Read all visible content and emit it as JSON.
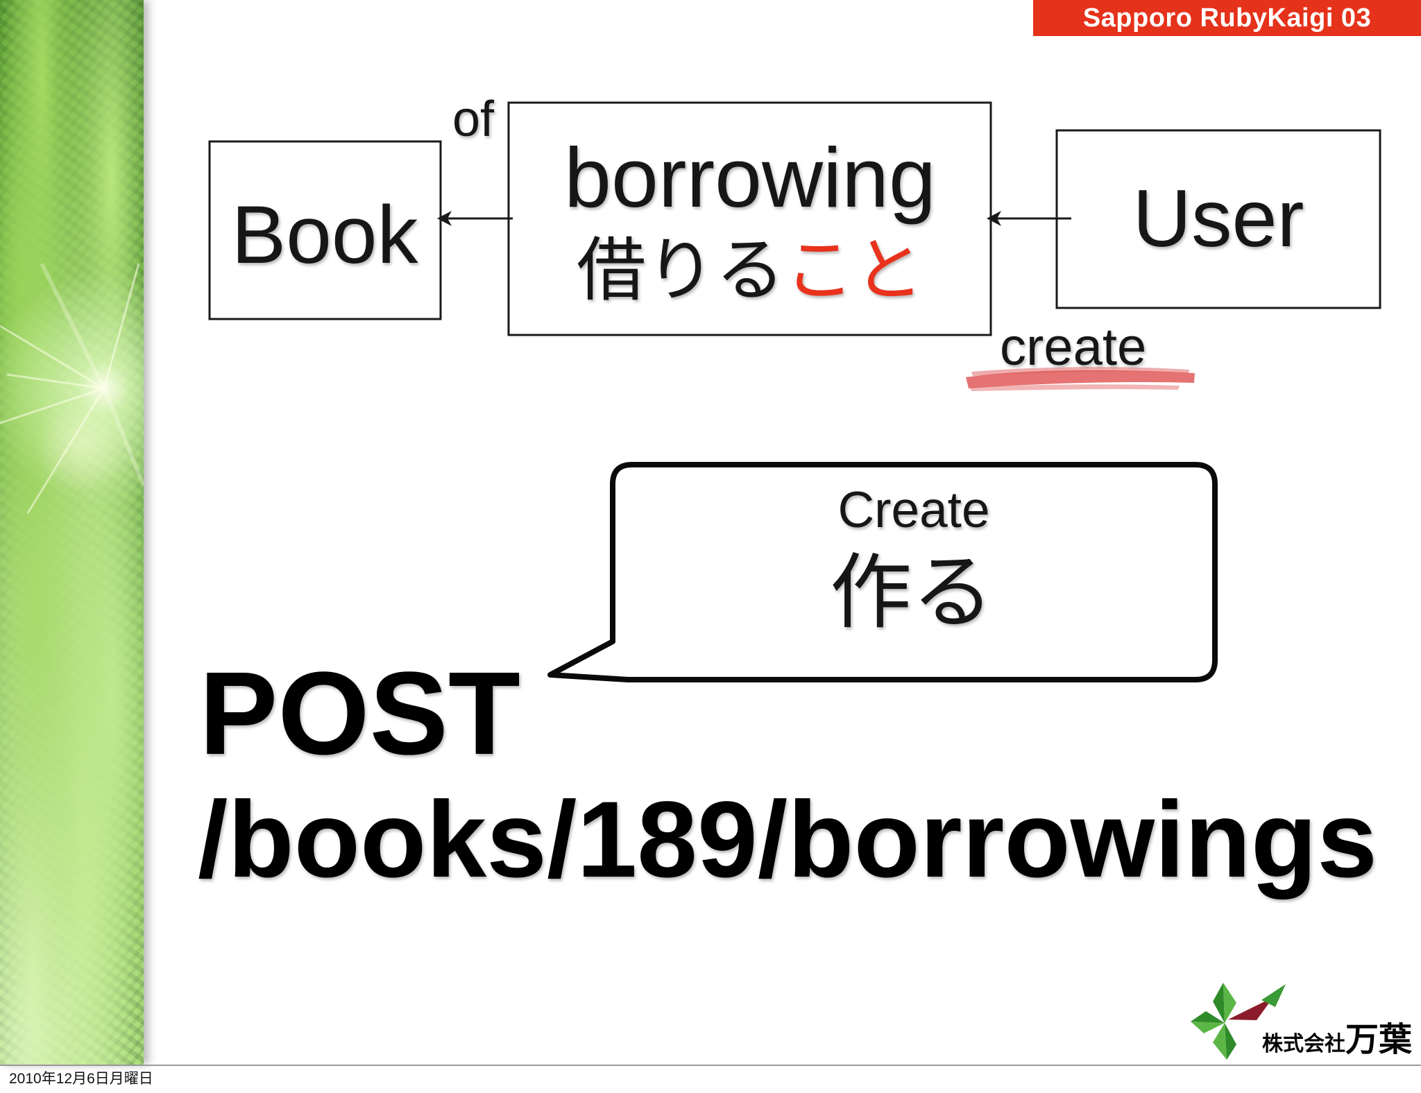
{
  "slide": {
    "banner": "Sapporo RubyKaigi 03",
    "diagram": {
      "book": "Book",
      "of": "of",
      "borrowing_en": "borrowing",
      "borrowing_ja": "借りる",
      "borrowing_ja_highlight": "こと",
      "user": "User",
      "create": "create"
    },
    "bubble": {
      "en": "Create",
      "ja": "作る"
    },
    "request": {
      "method": "POST",
      "path": "/books/189/borrowings"
    },
    "logo": {
      "company_prefix": "株式会社",
      "company_name": "万葉"
    }
  },
  "footer": {
    "date": "2010年12月6日月曜日"
  },
  "icons": {
    "book_arrow": "arrow-left-icon",
    "user_arrow": "arrow-left-icon",
    "logo": "leaf-star-logo-icon",
    "side_photo": "forest-canopy-photo"
  },
  "colors": {
    "banner": "#e5321a",
    "highlight": "#e8321e",
    "brush": "#e05a5a",
    "text": "#141414",
    "logo_green": "#3a9a35",
    "logo_maroon": "#8a1c2c"
  }
}
